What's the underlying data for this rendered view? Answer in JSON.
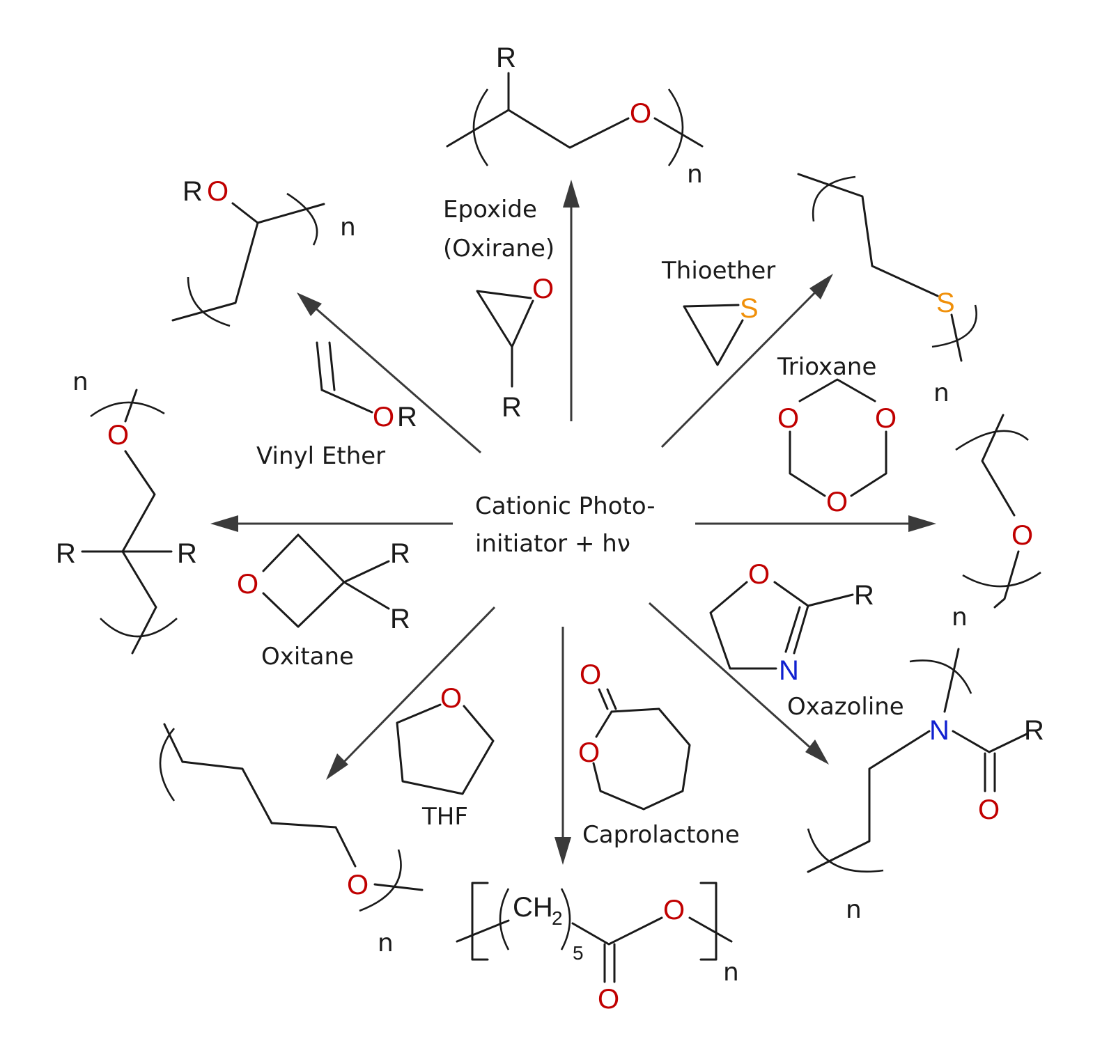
{
  "center": {
    "line1": "Cationic Photo-",
    "line2": "initiator + hν"
  },
  "monomers": {
    "epoxide": {
      "name_line1": "Epoxide",
      "name_line2": "(Oxirane)"
    },
    "thioether": {
      "name": "Thioether"
    },
    "trioxane": {
      "name": "Trioxane"
    },
    "vinyl_ether": {
      "name": "Vinyl Ether"
    },
    "oxitane": {
      "name": "Oxitane"
    },
    "oxazoline": {
      "name": "Oxazoline"
    },
    "thf": {
      "name": "THF"
    },
    "caprolactone": {
      "name": "Caprolactone"
    }
  },
  "atoms": {
    "oxygen": "O",
    "sulfur": "S",
    "nitrogen": "N",
    "r_group": "R",
    "ch2": "CH",
    "ch2_sub": "2",
    "repeat_5": "5"
  },
  "repeat_symbol": "n",
  "colors": {
    "oxygen": "#c00000",
    "sulfur": "#f0900a",
    "nitrogen": "#1020d0",
    "bond": "#1a1a1a",
    "arrow": "#3a3a3a"
  }
}
